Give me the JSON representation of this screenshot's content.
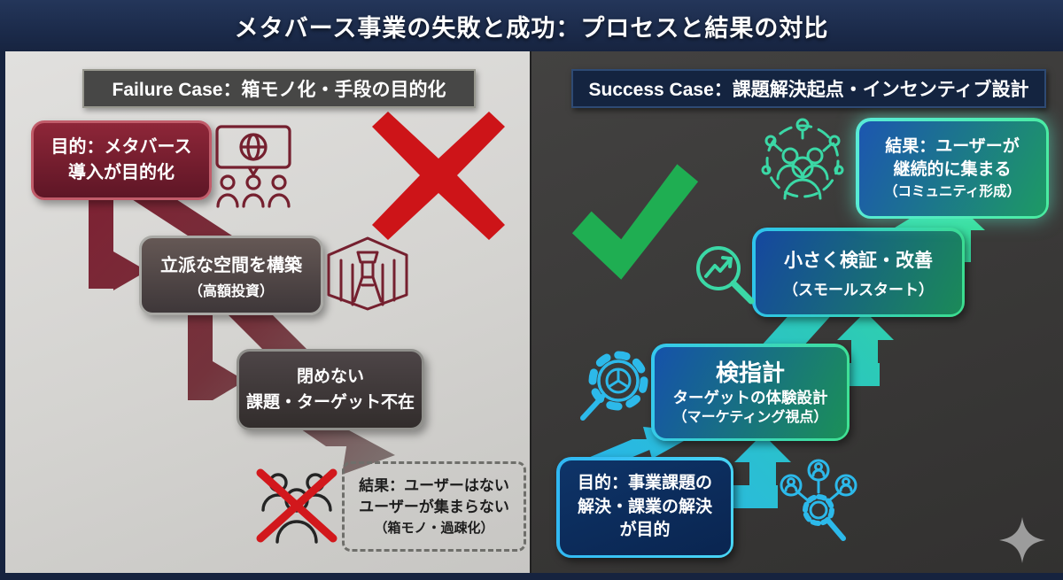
{
  "title": "メタバース事業の失敗と成功：プロセスと結果の対比",
  "failure": {
    "header": "Failure Case：箱モノ化・手段の目的化",
    "step1": {
      "line1": "目的：メタバース",
      "line2": "導入が目的化",
      "icon": "presentation-globe-icon"
    },
    "step2": {
      "line1": "立派な空間を構築",
      "line2": "（高額投資）",
      "icon": "virtual-space-icon"
    },
    "step3": {
      "line1": "閉めない",
      "line2": "課題・ターゲット不在"
    },
    "result": {
      "line1": "結果：ユーザーはない",
      "line2": "ユーザーが集まらない",
      "line3": "（箱モノ・過疎化）",
      "icon": "crossed-out-people-icon"
    },
    "mark": "red-cross-icon"
  },
  "success": {
    "header": "Success Case：課題解決起点・インセンティブ設計",
    "step1": {
      "line1": "目的：事業課題の",
      "line2": "解決・課業の解決",
      "line3": "が目的",
      "icon": "people-search-icon"
    },
    "step2": {
      "line1": "検指計",
      "line2": "ターゲットの体験設計",
      "line3": "（マーケティング視点）",
      "icon": "gear-magnifier-icon"
    },
    "step3": {
      "line1": "小さく検証・改善",
      "line2": "（スモールスタート）",
      "icon": "growth-chart-magnifier-icon"
    },
    "result": {
      "line1": "結果：ユーザーが",
      "line2": "継続的に集まる",
      "line3": "（コミュニティ形成）",
      "icon": "community-network-icon"
    },
    "mark": "green-check-icon",
    "decoration": "sparkle-icon"
  },
  "colors": {
    "title_bar": "#1b2a4c",
    "failure_panel": "#d5d4d1",
    "success_panel": "#3a3938",
    "failure_accent": "#8e2638",
    "cross_red": "#cd1418",
    "check_green": "#1fae52",
    "success_cyan": "#2db7ef",
    "success_green": "#3fe18e"
  }
}
